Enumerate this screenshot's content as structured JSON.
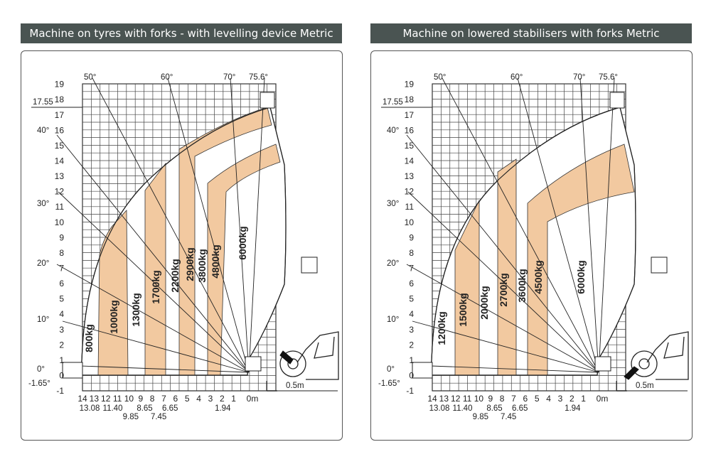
{
  "panels": [
    {
      "title": "Machine on tyres with forks - with levelling device Metric",
      "y_ticks": [
        "-1",
        "0",
        "1",
        "2",
        "3",
        "4",
        "5",
        "6",
        "7",
        "8",
        "9",
        "10",
        "11",
        "12",
        "13",
        "14",
        "15",
        "16",
        "17",
        "18",
        "19"
      ],
      "x_ticks_top": [
        "14",
        "13",
        "12",
        "11",
        "10",
        "9",
        "8",
        "7",
        "6",
        "5",
        "4",
        "3",
        "2",
        "1",
        "0m"
      ],
      "x_ticks_bottom": [
        "13.08",
        "11.40",
        "9.85",
        "8.65",
        "7.45",
        "6.65",
        "1.94"
      ],
      "angle_labels": [
        "50°",
        "60°",
        "70°",
        "75.6°",
        "40°",
        "30°",
        "20°",
        "10°",
        "0°",
        "-1.65°"
      ],
      "height_marker": "17.55",
      "scale_label": "0.5m",
      "load_labels": [
        "800kg",
        "1000kg",
        "1300kg",
        "1700kg",
        "2200kg",
        "2900kg",
        "3800kg",
        "4800kg",
        "6000kg"
      ]
    },
    {
      "title": "Machine on lowered stabilisers with forks Metric",
      "y_ticks": [
        "-1",
        "0",
        "1",
        "2",
        "3",
        "4",
        "5",
        "6",
        "7",
        "8",
        "9",
        "10",
        "11",
        "12",
        "13",
        "14",
        "15",
        "16",
        "17",
        "18",
        "19"
      ],
      "x_ticks_top": [
        "14",
        "13",
        "12",
        "11",
        "10",
        "9",
        "8",
        "7",
        "6",
        "5",
        "4",
        "3",
        "2",
        "1",
        "0m"
      ],
      "x_ticks_bottom": [
        "13.08",
        "11.40",
        "9.85",
        "8.65",
        "7.45",
        "6.65",
        "1.94"
      ],
      "angle_labels": [
        "50°",
        "60°",
        "70°",
        "75.6°",
        "40°",
        "30°",
        "20°",
        "10°",
        "0°",
        "-1.65°"
      ],
      "height_marker": "17.55",
      "scale_label": "0.5m",
      "load_labels": [
        "1200kg",
        "1500kg",
        "2000kg",
        "2700kg",
        "3600kg",
        "4500kg",
        "6000kg"
      ]
    }
  ],
  "colors": {
    "band": "#f2c9a0",
    "title_bg": "#4a5452",
    "grid": "#333333"
  }
}
